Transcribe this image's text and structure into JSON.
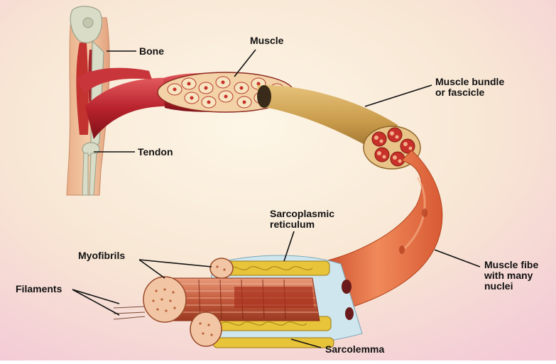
{
  "diagram": {
    "labels": {
      "bone": "Bone",
      "muscle": "Muscle",
      "bundle_line1": "Muscle bundle",
      "bundle_line2": "or fascicle",
      "tendon": "Tendon",
      "sr_line1": "Sarcoplasmic",
      "sr_line2": "reticulum",
      "myofibrils": "Myofibrils",
      "fiber_line1": "Muscle fibe",
      "fiber_line2": "with many",
      "fiber_line3": "nuclei",
      "filaments": "Filaments",
      "sarcolemma": "Sarcolemma"
    },
    "colors": {
      "background_light": "#fbf1df",
      "background_pink": "#f6d2dc",
      "muscle_red": "#b8222c",
      "bundle_tan": "#c89a4a",
      "fiber_orange": "#e86a3c",
      "sr_yellow": "#e8c43a",
      "bone": "#d9ddc8"
    }
  }
}
